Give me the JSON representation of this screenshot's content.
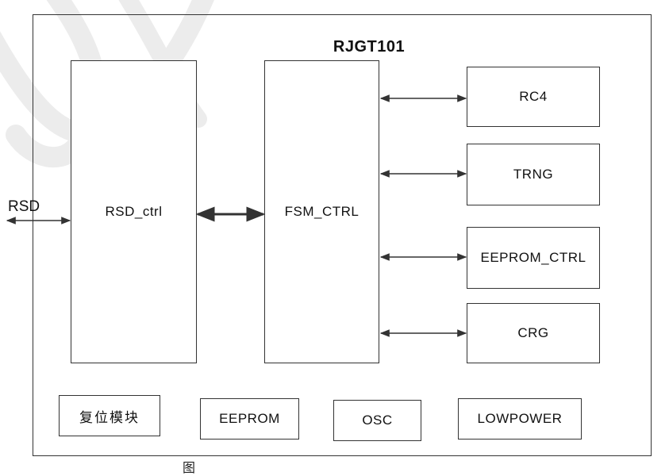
{
  "diagram": {
    "title": "RJGT101",
    "external_signal": "RSD",
    "blocks": {
      "rsd_ctrl": "RSD_ctrl",
      "fsm_ctrl": "FSM_CTRL",
      "rc4": "RC4",
      "trng": "TRNG",
      "eeprom_ctrl": "EEPROM_CTRL",
      "crg": "CRG",
      "reset_module": "复位模块",
      "eeprom": "EEPROM",
      "osc": "OSC",
      "lowpower": "LOWPOWER"
    },
    "connections": [
      {
        "from": "RSD",
        "to": "RSD_ctrl",
        "direction": "bidirectional"
      },
      {
        "from": "RSD_ctrl",
        "to": "FSM_CTRL",
        "direction": "bidirectional"
      },
      {
        "from": "FSM_CTRL",
        "to": "RC4",
        "direction": "bidirectional"
      },
      {
        "from": "FSM_CTRL",
        "to": "TRNG",
        "direction": "bidirectional"
      },
      {
        "from": "FSM_CTRL",
        "to": "EEPROM_CTRL",
        "direction": "bidirectional"
      },
      {
        "from": "FSM_CTRL",
        "to": "CRG",
        "direction": "bidirectional"
      }
    ],
    "caption": "图"
  },
  "colors": {
    "line": "#333333",
    "watermark": "#e6e6e6"
  }
}
